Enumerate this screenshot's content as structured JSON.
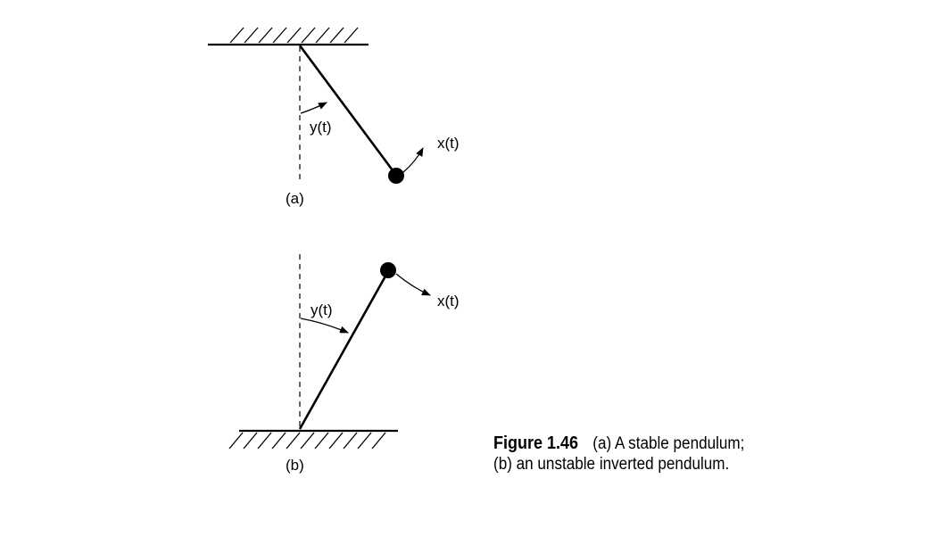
{
  "diagram": {
    "panel_a": {
      "panel_label": "(a)",
      "angle_label": "y(t)",
      "position_label": "x(t)"
    },
    "panel_b": {
      "panel_label": "(b)",
      "angle_label": "y(t)",
      "position_label": "x(t)"
    }
  },
  "caption": {
    "figure_label": "Figure 1.46",
    "line1": "(a) A stable pendulum;",
    "line2": "(b) an unstable inverted pendulum."
  },
  "colors": {
    "ink": "#000000",
    "background": "#ffffff"
  }
}
